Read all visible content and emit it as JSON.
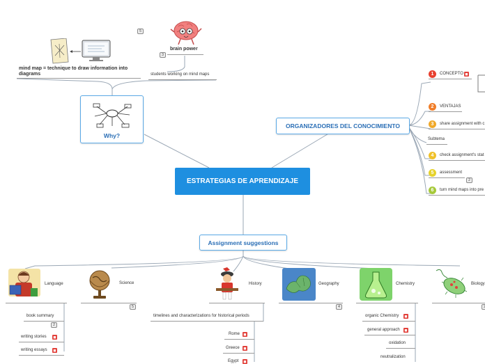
{
  "root": {
    "label": "ESTRATEGIAS DE APRENDIZAJE"
  },
  "why": {
    "label": "Why?",
    "mindmap_caption": "mind map = technique to draw information into diagrams",
    "brain_label": "brain power",
    "students_label": "students working on mind maps",
    "count_top": "5",
    "count_brain": "3"
  },
  "organizadores": {
    "label": "ORGANIZADORES DEL CONOCIMIENTO",
    "items": [
      {
        "num": "1",
        "color": "#e8402f",
        "label": "CONCEPTO"
      },
      {
        "num": "2",
        "color": "#f07e2a",
        "label": "VENTAJAS"
      },
      {
        "num": "3",
        "color": "#f0a92a",
        "label": "share assignment with c"
      },
      {
        "label": "Subtema"
      },
      {
        "num": "4",
        "color": "#f0c12a",
        "label": "check assignment's stat"
      },
      {
        "num": "5",
        "color": "#e6d22b",
        "label": "assessment",
        "count": "2"
      },
      {
        "num": "6",
        "color": "#a6c93a",
        "label": "turn mind maps into pre"
      }
    ]
  },
  "assignment": {
    "label": "Assignment suggestions"
  },
  "subjects": [
    {
      "label": "Language",
      "icon": "teacher-icon"
    },
    {
      "label": "Science",
      "icon": "globe-icon",
      "count": "5"
    },
    {
      "label": "History",
      "icon": "soldier-icon"
    },
    {
      "label": "Geography",
      "icon": "map-icon",
      "count": "4"
    },
    {
      "label": "Chemistry",
      "icon": "flask-icon"
    },
    {
      "label": "Biology",
      "icon": "bacteria-icon",
      "count": "2"
    }
  ],
  "language_items": [
    {
      "label": "book summary",
      "count": "2"
    },
    {
      "label": "writing stories"
    },
    {
      "label": "writing essays"
    }
  ],
  "history_items": {
    "label": "timelines and characterizations for historical periods",
    "children": [
      "Rome",
      "Greece",
      "Egypt"
    ]
  },
  "chemistry_items": [
    "organic Chemistry",
    "general approach",
    "oxidation",
    "neutralization"
  ]
}
